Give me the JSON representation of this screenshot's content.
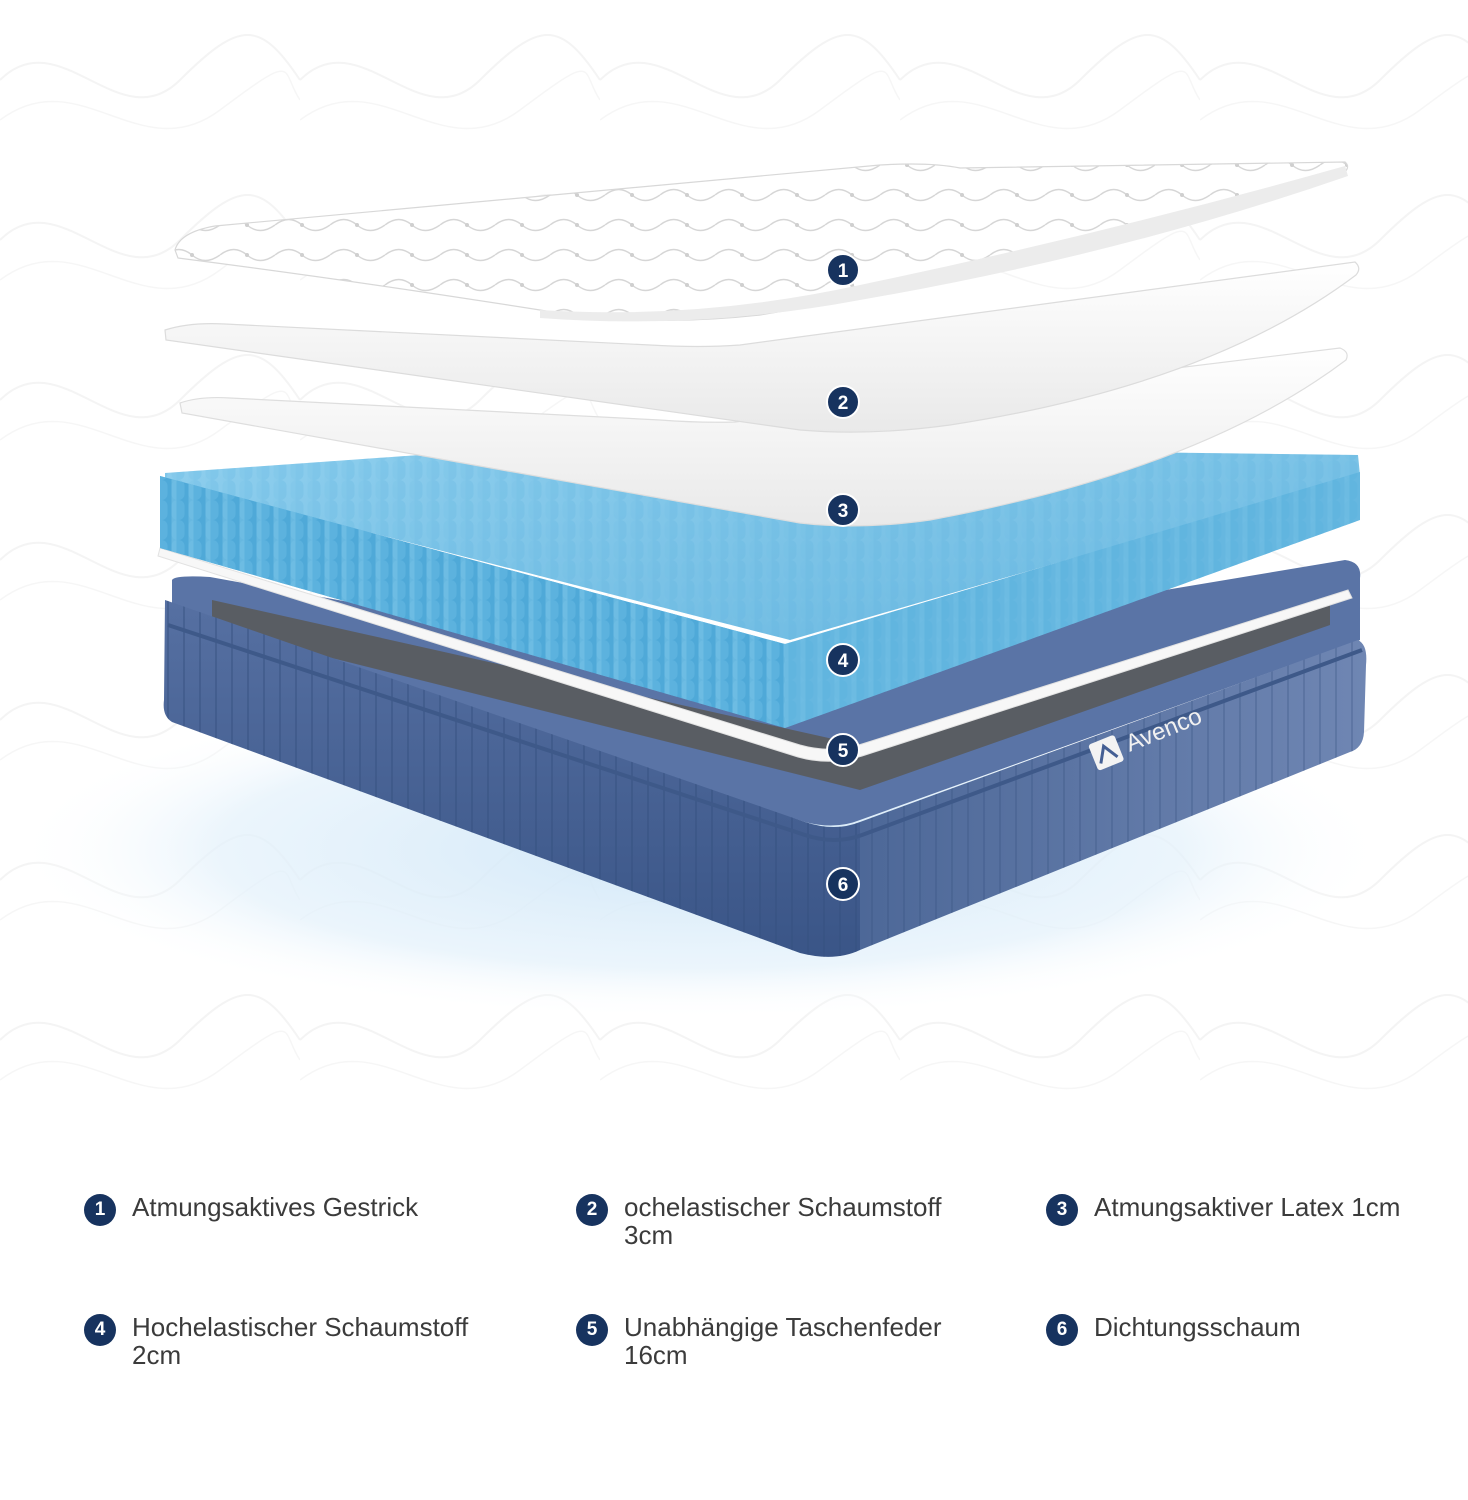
{
  "brand": {
    "name": "Avenco"
  },
  "colors": {
    "badge": "#17335f",
    "base_fabric": "#445f94",
    "springs": "#5cb1dd",
    "foam": "#f4f4f4",
    "knit_top": "#ffffff",
    "shadow_glow": "#cfe6f7"
  },
  "callouts": [
    {
      "number": "1"
    },
    {
      "number": "2"
    },
    {
      "number": "3"
    },
    {
      "number": "4"
    },
    {
      "number": "5"
    },
    {
      "number": "6"
    }
  ],
  "legend": [
    {
      "number": "1",
      "label": "Atmungsaktives Gestrick"
    },
    {
      "number": "2",
      "label": "ochelastischer Schaumstoff",
      "detail": "3cm"
    },
    {
      "number": "3",
      "label": "Atmungsaktiver Latex 1cm"
    },
    {
      "number": "4",
      "label": "Hochelastischer Schaumstoff",
      "detail": "2cm"
    },
    {
      "number": "5",
      "label": "Unabhängige Taschenfeder",
      "detail": "16cm"
    },
    {
      "number": "6",
      "label": "Dichtungsschaum"
    }
  ]
}
